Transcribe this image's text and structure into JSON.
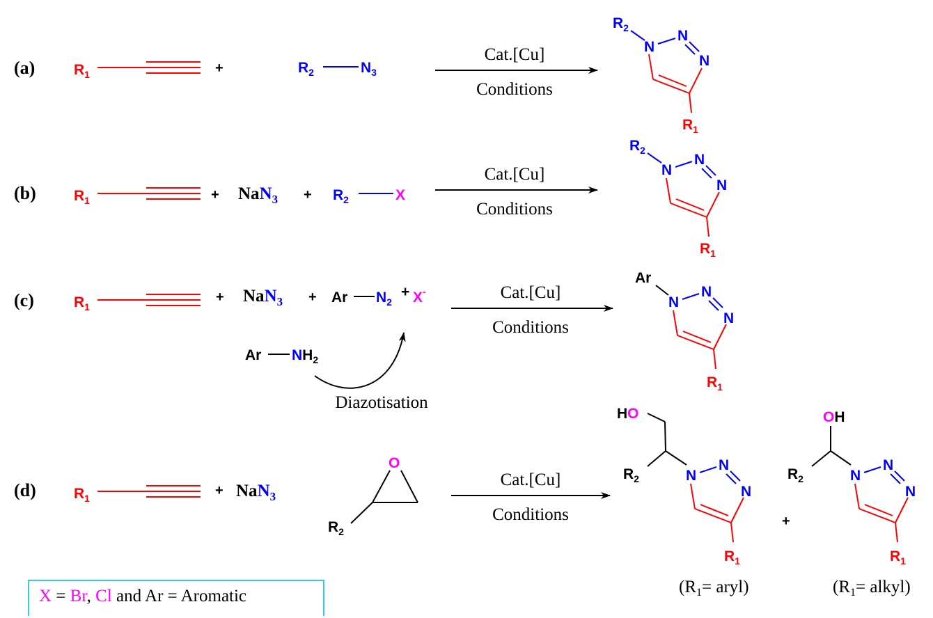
{
  "rows": [
    {
      "label": "(a)",
      "above": "Cat.[Cu]",
      "below": "Conditions"
    },
    {
      "label": "(b)",
      "above": "Cat.[Cu]",
      "below": "Conditions"
    },
    {
      "label": "(c)",
      "above": "Cat.[Cu]",
      "below": "Conditions"
    },
    {
      "label": "(d)",
      "above": "Cat.[Cu]",
      "below": "Conditions"
    }
  ],
  "atoms": {
    "r1": "R",
    "r2": "R",
    "sub1": "1",
    "sub2": "1",
    "subtwo": "2",
    "n": "N",
    "n3": "N",
    "three": "3",
    "na": "Na",
    "x": "X",
    "ar": "Ar",
    "n2": "N",
    "plus_sign": "+",
    "minus": "-",
    "h": "H",
    "o": "O",
    "oh_h": "H"
  },
  "plus": "+",
  "diazotisation": "Diazotisation",
  "products_d": [
    {
      "note": "(R",
      "sub": "1",
      "rest": "= aryl)"
    },
    {
      "note": "(R",
      "sub": "1",
      "rest": "= alkyl)"
    }
  ],
  "legend": {
    "x": "X",
    "eq1": " = ",
    "br": "Br",
    "comma": ", ",
    "cl": "Cl",
    "rest": " and Ar = Aromatic"
  },
  "colors": {
    "r1": "#ff0000",
    "r2": "#0000ff",
    "halide": "#ff00ff",
    "legend_border": "#33ccdd"
  }
}
